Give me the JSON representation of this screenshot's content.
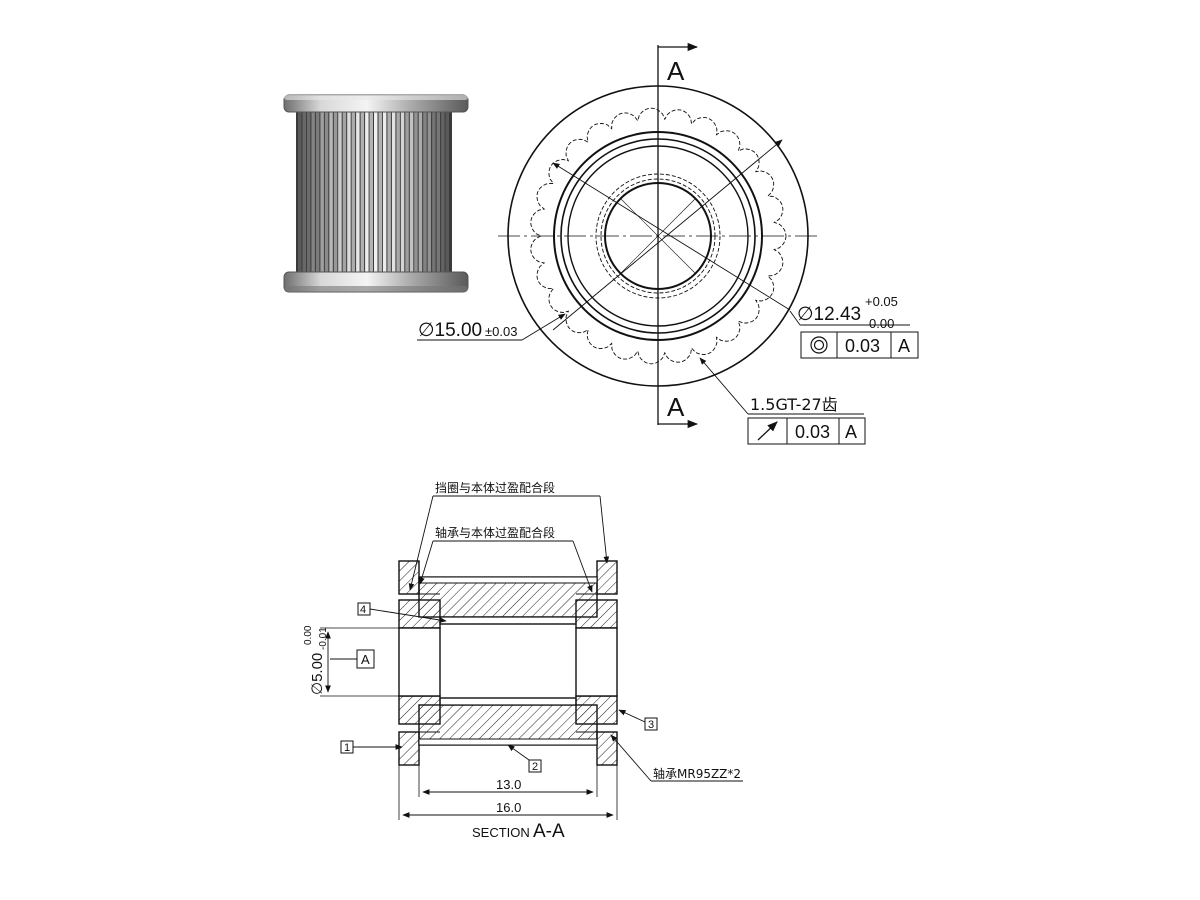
{
  "section_marks": {
    "top": "A",
    "bottom": "A"
  },
  "front_view": {
    "outer_diameter": {
      "value": "∅15.00",
      "tol": "±0.03"
    },
    "bore_diameter": {
      "value": "∅12.43",
      "tol_upper": "+0.05",
      "tol_lower": "0.00"
    },
    "concentricity_frame": {
      "symbol": "◎",
      "value": "0.03",
      "datum": "A"
    },
    "tooth_note": "1.5GT-27齿",
    "runout_frame": {
      "symbol": "↗",
      "value": "0.03",
      "datum": "A"
    }
  },
  "section_view": {
    "note_flange_fit": "挡圈与本体过盈配合段",
    "note_bearing_fit": "轴承与本体过盈配合段",
    "shaft_diameter": {
      "value": "∅5.00",
      "tol_upper": "0.00",
      "tol_lower": "-0.01"
    },
    "datum_label": "A",
    "balloons": [
      "1",
      "2",
      "3",
      "4"
    ],
    "bearing_note": "轴承MR95ZZ*2",
    "dim_inner": "13.0",
    "dim_overall": "16.0",
    "caption_prefix": "SECTION",
    "caption_suffix": "A-A"
  },
  "colors": {
    "line": "#111111",
    "background": "#ffffff"
  }
}
